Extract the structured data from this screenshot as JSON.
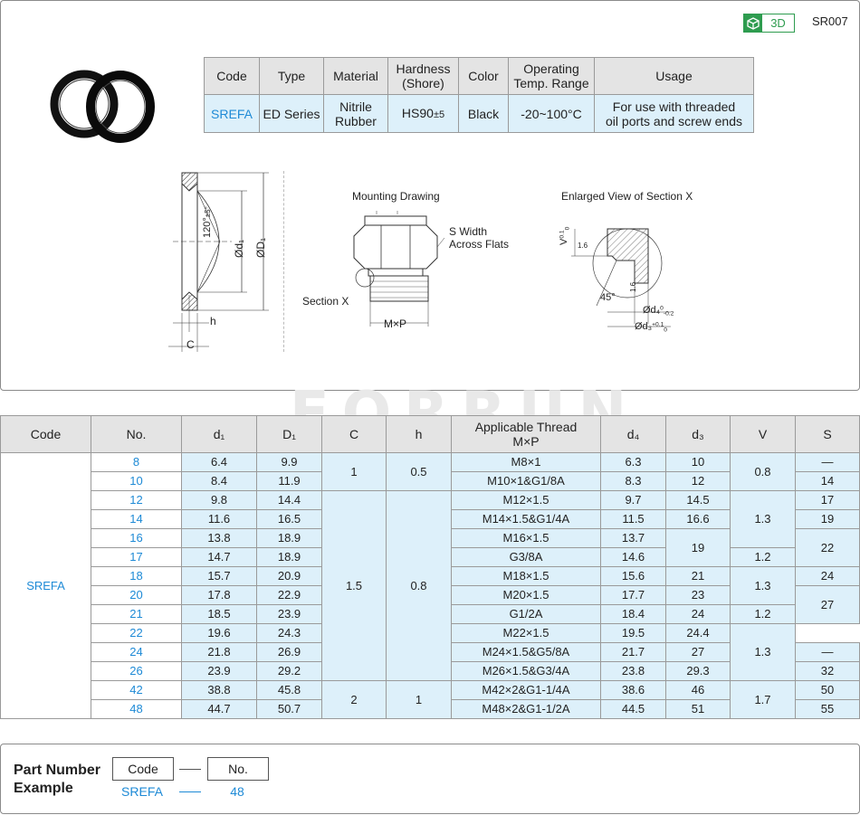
{
  "header": {
    "badge_3d_label": "3D",
    "part_code": "SR007",
    "brand_color": "#2e9c4f",
    "accent_color": "#1e8ad6"
  },
  "watermark": "FORRUN",
  "spec_table": {
    "headers": [
      "Code",
      "Type",
      "Material",
      "Hardness\n(Shore)",
      "Color",
      "Operating\nTemp. Range",
      "Usage"
    ],
    "row": {
      "code": "SREFA",
      "type": "ED Series",
      "material": "Nitrile\nRubber",
      "hardness_base": "HS90",
      "hardness_tol": "±5",
      "color": "Black",
      "temp": "-20~100°C",
      "usage": "For use with threaded\noil ports and screw ends"
    }
  },
  "drawings": {
    "mounting_title": "Mounting Drawing",
    "enlarged_title": "Enlarged View of Section X",
    "labels": {
      "angle": "120°",
      "angle_tol": "±5°",
      "d1": "Ød₁",
      "D1": "ØD₁",
      "h": "h",
      "C": "C",
      "s_width": "S Width",
      "across_flats": "Across Flats",
      "section_x": "Section X",
      "mxp": "M×P",
      "v": "V",
      "v_tol_top": "0.1",
      "v_tol_bot": "0",
      "r16a": "1.6",
      "r16b": "1.6",
      "deg45": "45°",
      "d4": "Ød₄",
      "d4_tol_top": "0",
      "d4_tol_bot": "-0.2",
      "d3": "Ød₃",
      "d3_tol_top": "+0.1",
      "d3_tol_bot": "0"
    }
  },
  "main_table": {
    "headers": {
      "code": "Code",
      "no": "No.",
      "d1": "d₁",
      "D1": "D₁",
      "C": "C",
      "h": "h",
      "thread": "Applicable Thread\nM×P",
      "d4": "d₄",
      "d3": "d₃",
      "V": "V",
      "S": "S"
    },
    "code": "SREFA",
    "rows": [
      {
        "no": "8",
        "d1": "6.4",
        "D1": "9.9",
        "thread": "M8×1",
        "d4": "6.3"
      },
      {
        "no": "10",
        "d1": "8.4",
        "D1": "11.9",
        "thread": "M10×1&G1/8A",
        "d4": "8.3"
      },
      {
        "no": "12",
        "d1": "9.8",
        "D1": "14.4",
        "thread": "M12×1.5",
        "d4": "9.7"
      },
      {
        "no": "14",
        "d1": "11.6",
        "D1": "16.5",
        "thread": "M14×1.5&G1/4A",
        "d4": "11.5"
      },
      {
        "no": "16",
        "d1": "13.8",
        "D1": "18.9",
        "thread": "M16×1.5",
        "d4": "13.7"
      },
      {
        "no": "17",
        "d1": "14.7",
        "D1": "18.9",
        "thread": "G3/8A",
        "d4": "14.6"
      },
      {
        "no": "18",
        "d1": "15.7",
        "D1": "20.9",
        "thread": "M18×1.5",
        "d4": "15.6"
      },
      {
        "no": "20",
        "d1": "17.8",
        "D1": "22.9",
        "thread": "M20×1.5",
        "d4": "17.7"
      },
      {
        "no": "21",
        "d1": "18.5",
        "D1": "23.9",
        "thread": "G1/2A",
        "d4": "18.4"
      },
      {
        "no": "22",
        "d1": "19.6",
        "D1": "24.3",
        "thread": "M22×1.5",
        "d4": "19.5"
      },
      {
        "no": "24",
        "d1": "21.8",
        "D1": "26.9",
        "thread": "M24×1.5&G5/8A",
        "d4": "21.7"
      },
      {
        "no": "26",
        "d1": "23.9",
        "D1": "29.2",
        "thread": "M26×1.5&G3/4A",
        "d4": "23.8"
      },
      {
        "no": "42",
        "d1": "38.8",
        "D1": "45.8",
        "thread": "M42×2&G1-1/4A",
        "d4": "38.6"
      },
      {
        "no": "48",
        "d1": "44.7",
        "D1": "50.7",
        "thread": "M48×2&G1-1/2A",
        "d4": "44.5"
      }
    ],
    "groups": {
      "C": [
        "1",
        "1.5",
        "2"
      ],
      "h": [
        "0.5",
        "0.8",
        "1"
      ],
      "d3": [
        "10",
        "12",
        "14.5",
        "16.6",
        "19",
        "21",
        "23",
        "24",
        "24.4",
        "27",
        "29.3",
        "46",
        "51"
      ],
      "V": [
        "0.8",
        "1.3",
        "1.2",
        "1.3",
        "1.2",
        "1.3",
        "1.7"
      ],
      "S": [
        "—",
        "14",
        "17",
        "19",
        "22",
        "24",
        "27",
        "—",
        "32",
        "50",
        "55"
      ]
    }
  },
  "part_number": {
    "title": "Part Number\nExample",
    "code_label": "Code",
    "no_label": "No.",
    "code_value": "SREFA",
    "no_value": "48"
  }
}
